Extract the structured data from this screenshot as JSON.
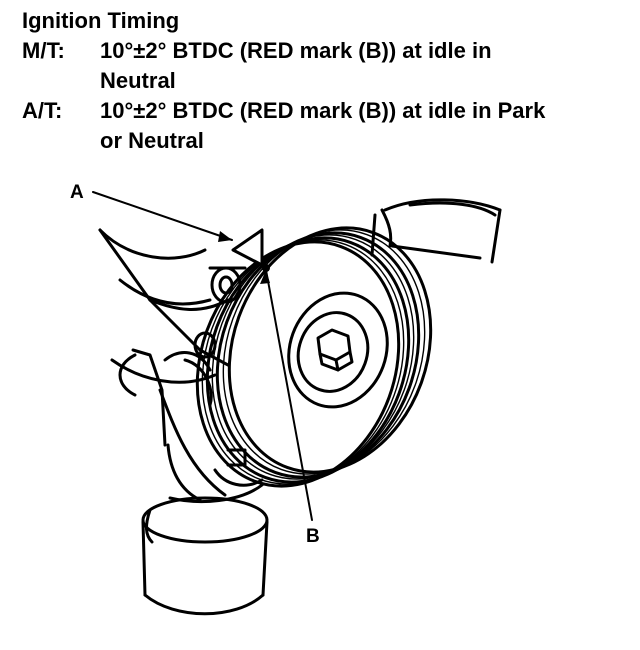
{
  "title": "Ignition Timing",
  "specs": [
    {
      "label": "M/T:",
      "lines": [
        "10°±2° BTDC (RED mark (B)) at idle in",
        "Neutral"
      ]
    },
    {
      "label": "A/T:",
      "lines": [
        "10°±2° BTDC (RED mark (B)) at idle in Park",
        "or Neutral"
      ]
    }
  ],
  "callouts": {
    "pointer": "A",
    "red_mark": "B"
  },
  "icons": {
    "pointer_mark": "triangle-pointer-icon",
    "timing_mark": "dot-mark-icon"
  }
}
